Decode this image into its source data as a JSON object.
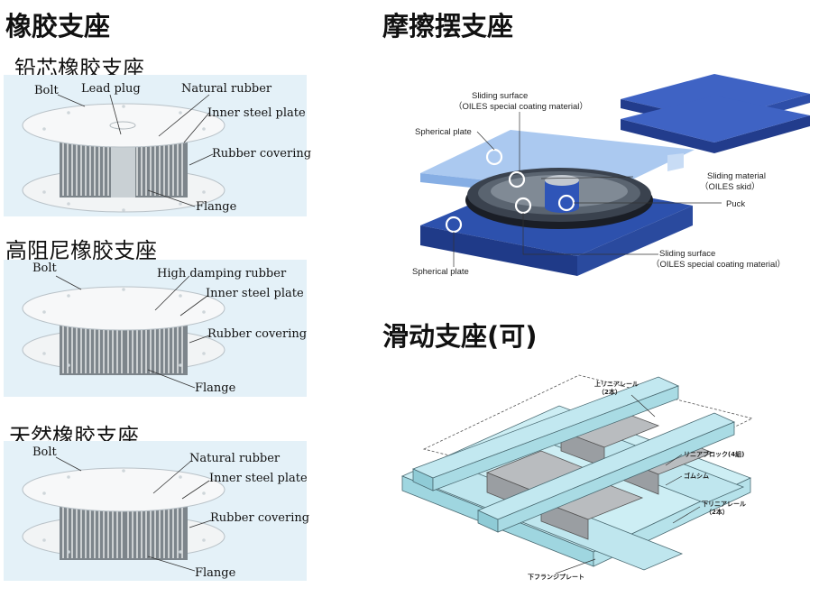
{
  "titles": {
    "rubber_bearing": "橡胶支座",
    "friction_pendulum": "摩擦摆支座",
    "sliding_bearing": "滑动支座(可)"
  },
  "lead_core": {
    "title": "铅芯橡胶支座",
    "labels": {
      "bolt": "Bolt",
      "lead_plug": "Lead plug",
      "natural_rubber": "Natural rubber",
      "inner_steel_plate": "Inner steel plate",
      "rubber_covering": "Rubber covering",
      "flange": "Flange"
    }
  },
  "high_damping": {
    "title": "高阻尼橡胶支座",
    "labels": {
      "bolt": "Bolt",
      "high_damping_rubber": "High damping rubber",
      "inner_steel_plate": "Inner steel plate",
      "rubber_covering": "Rubber covering",
      "flange": "Flange"
    }
  },
  "natural": {
    "title": "天然橡胶支座",
    "labels": {
      "bolt": "Bolt",
      "natural_rubber": "Natural rubber",
      "inner_steel_plate": "Inner steel plate",
      "rubber_covering": "Rubber covering",
      "flange": "Flange"
    }
  },
  "pendulum": {
    "sliding_surface_top": "Sliding surface",
    "sliding_surface_top_sub": "（OILES special coating material）",
    "spherical_plate_top": "Spherical plate",
    "sliding_material": "Sliding material",
    "sliding_material_sub": "（OILES skid）",
    "puck": "Puck",
    "sliding_surface_bottom": "Sliding surface",
    "sliding_surface_bottom_sub": "（OILES special coating material）",
    "spherical_plate_bottom": "Spherical plate"
  },
  "sliding": {
    "upper_rail": "上リニアレール",
    "upper_rail_count": "（2本）",
    "linear_block": "リニアブロック(4組)",
    "rubber_shim": "ゴムシム",
    "lower_rail": "下リニアレール",
    "lower_rail_count": "（2本）",
    "lower_flange_plate": "下フランジプレート"
  },
  "colors": {
    "panel_bg": "#e4f1f8",
    "steel_blue": "#2c4fa6",
    "light_blue": "#9fc3ee",
    "rail_cyan": "#bfe6ee",
    "block_gray": "#b9bcbf"
  }
}
